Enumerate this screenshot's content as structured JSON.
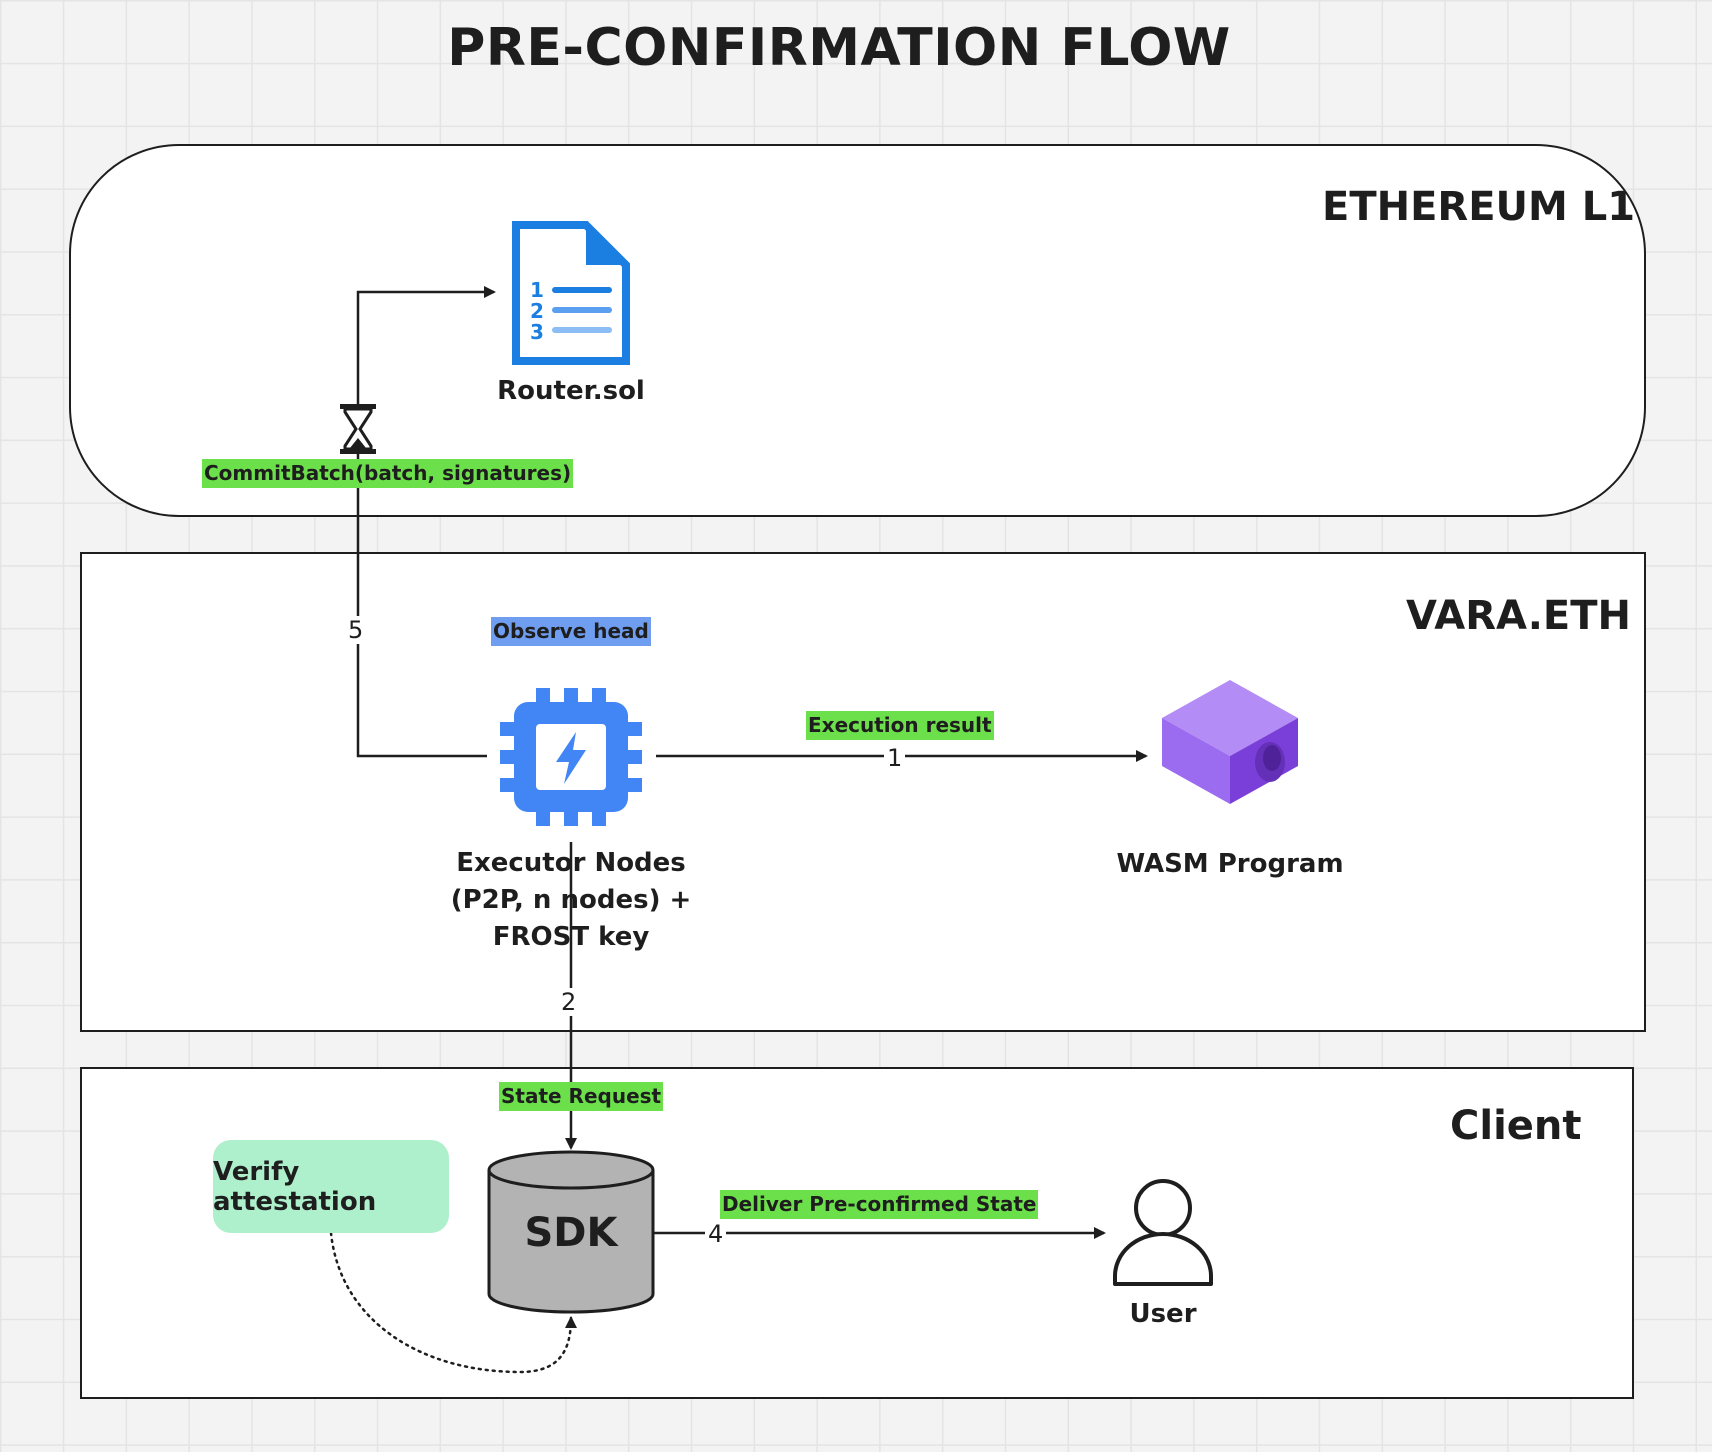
{
  "title": "PRE-CONFIRMATION FLOW",
  "lanes": {
    "ethereum": "ETHEREUM L1",
    "vara": "VARA.ETH",
    "client": "Client"
  },
  "nodes": {
    "router": "Router.sol",
    "executor_line1": "Executor Nodes",
    "executor_line2": "(P2P, n nodes) +",
    "executor_line3": "FROST key",
    "wasm": "WASM Program",
    "sdk": "SDK",
    "verify": "Verify attestation",
    "user": "User"
  },
  "edge_labels": {
    "commit_batch": "CommitBatch(batch, signatures)",
    "observe_head": "Observe head",
    "execution_result": "Execution result",
    "state_request": "State Request",
    "deliver_state": "Deliver Pre-confirmed State"
  },
  "step_numbers": {
    "commit": "5",
    "execution": "1",
    "state_request": "2",
    "deliver": "4"
  },
  "router_list_numbers": [
    "1",
    "2",
    "3"
  ],
  "colors": {
    "highlight_green": "#6ce04a",
    "highlight_blue": "#6f9ef0",
    "verify_fill": "#aeefcc",
    "chip_blue": "#4285f4",
    "doc_blue": "#1a7fe0",
    "cube_purple": "#9b6cf0",
    "sdk_gray": "#b3b3b3"
  },
  "icons": [
    "document-icon",
    "hourglass-icon",
    "processor-chip-icon",
    "cube-icon",
    "database-icon",
    "user-icon"
  ]
}
